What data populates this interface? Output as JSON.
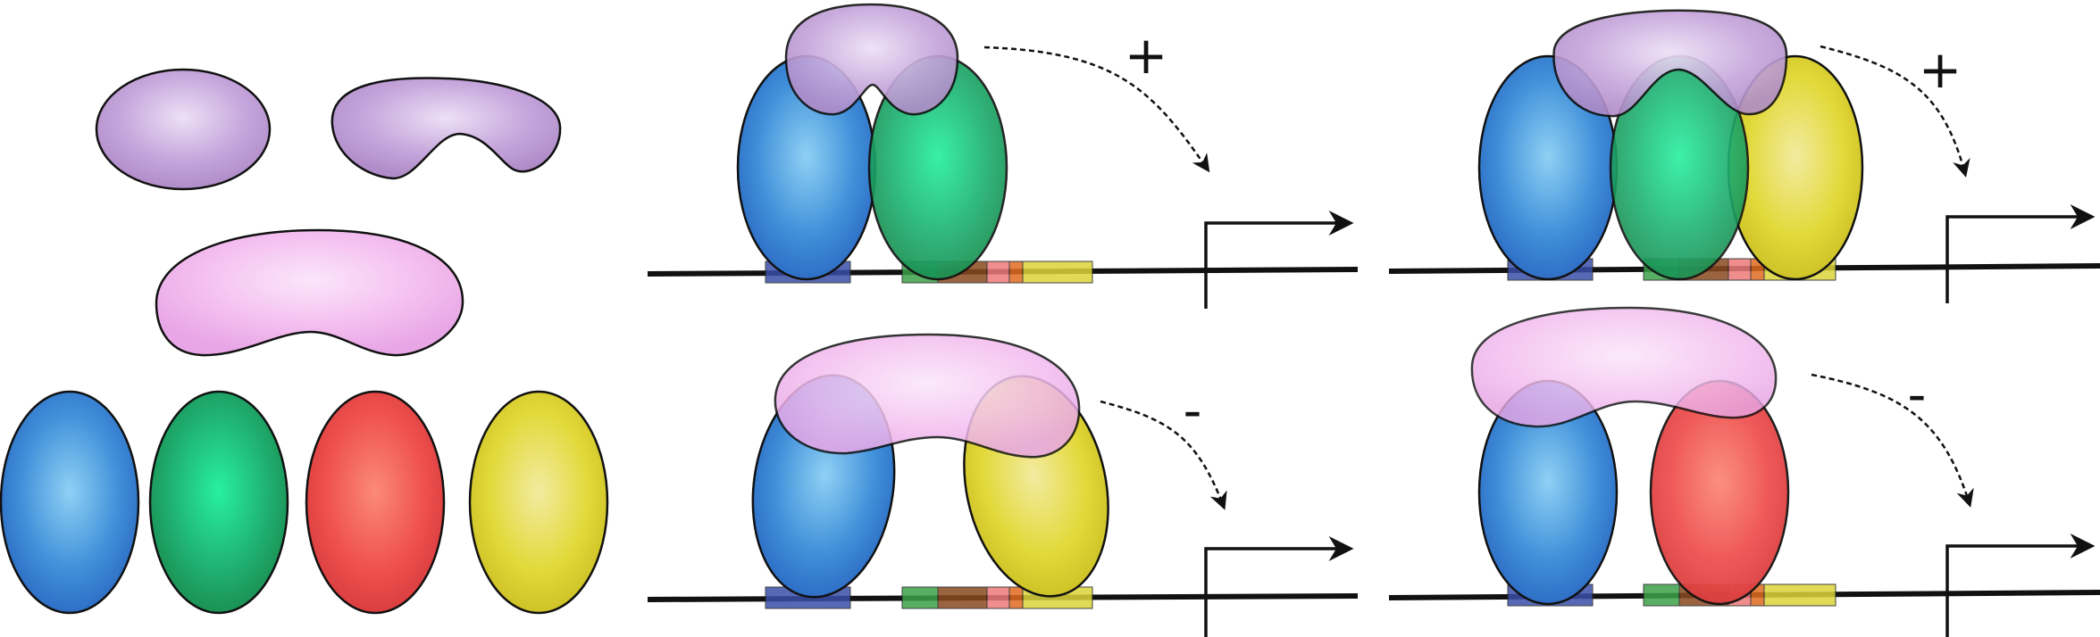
{
  "colors": {
    "blue": "#4a90d9",
    "green": "#1fae6a",
    "red": "#ee5555",
    "yellow": "#dfd63a",
    "purple": "#c3a1d6",
    "pink": "#f1b4ee",
    "line": "#111111"
  },
  "panels": [
    {
      "id": "top-middle",
      "sign": "+"
    },
    {
      "id": "top-right",
      "sign": "+"
    },
    {
      "id": "bottom-middle",
      "sign": "-"
    },
    {
      "id": "bottom-right",
      "sign": "-"
    }
  ]
}
